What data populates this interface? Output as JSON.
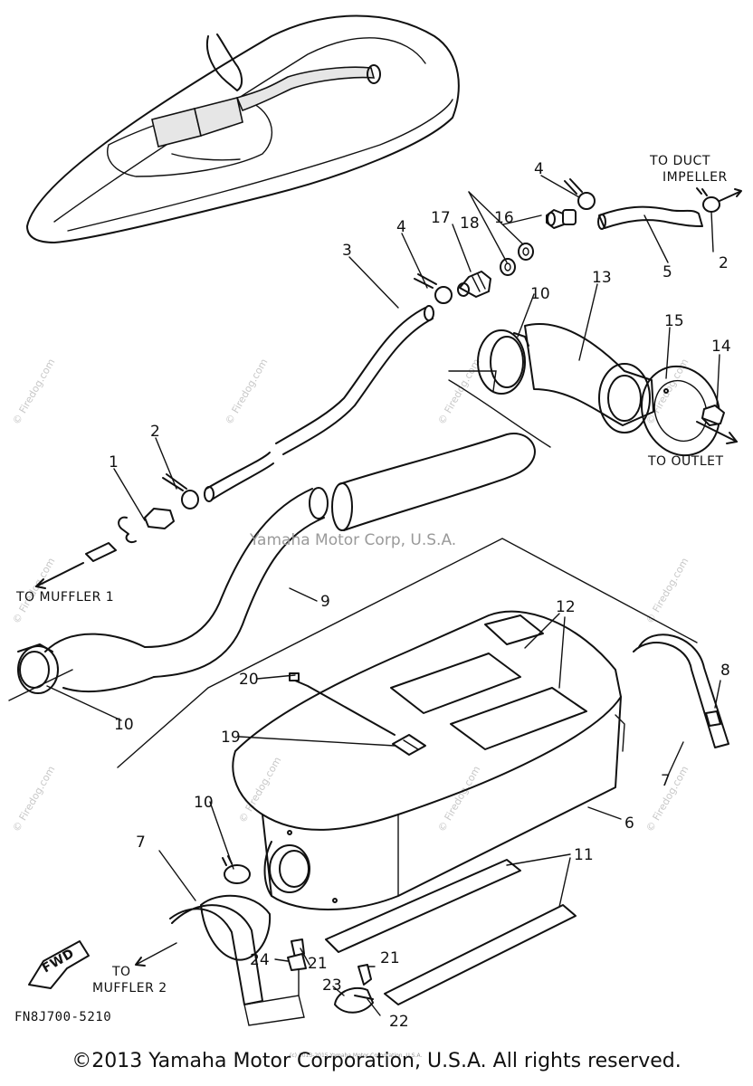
{
  "diagram": {
    "callouts": [
      {
        "id": "c1",
        "label": "1"
      },
      {
        "id": "c2a",
        "label": "2"
      },
      {
        "id": "c2b",
        "label": "2"
      },
      {
        "id": "c3",
        "label": "3"
      },
      {
        "id": "c4a",
        "label": "4"
      },
      {
        "id": "c4b",
        "label": "4"
      },
      {
        "id": "c5",
        "label": "5"
      },
      {
        "id": "c6",
        "label": "6"
      },
      {
        "id": "c7a",
        "label": "7"
      },
      {
        "id": "c7b",
        "label": "7"
      },
      {
        "id": "c8",
        "label": "8"
      },
      {
        "id": "c9",
        "label": "9"
      },
      {
        "id": "c10a",
        "label": "10"
      },
      {
        "id": "c10b",
        "label": "10"
      },
      {
        "id": "c10c",
        "label": "10"
      },
      {
        "id": "c11",
        "label": "11"
      },
      {
        "id": "c12",
        "label": "12"
      },
      {
        "id": "c13",
        "label": "13"
      },
      {
        "id": "c14",
        "label": "14"
      },
      {
        "id": "c15",
        "label": "15"
      },
      {
        "id": "c16",
        "label": "16"
      },
      {
        "id": "c17",
        "label": "17"
      },
      {
        "id": "c18",
        "label": "18"
      },
      {
        "id": "c19",
        "label": "19"
      },
      {
        "id": "c20",
        "label": "20"
      },
      {
        "id": "c21a",
        "label": "21"
      },
      {
        "id": "c21b",
        "label": "21"
      },
      {
        "id": "c22",
        "label": "22"
      },
      {
        "id": "c23",
        "label": "23"
      },
      {
        "id": "c24",
        "label": "24"
      }
    ],
    "notes": {
      "to_duct_1": "TO DUCT",
      "to_duct_2": "IMPELLER",
      "to_outlet": "TO OUTLET",
      "to_muffler1": "TO MUFFLER 1",
      "to_muffler2_1": "TO",
      "to_muffler2_2": "MUFFLER 2",
      "fwd": "FWD"
    },
    "part_code": "FN8J700-5210",
    "watermark_center": "Yamaha Motor Corp, U.S.A.",
    "watermark_site": "© Firedog.com",
    "watermark_tiny": "(c) 2013-2015 Yamaha Motor Corporation, U.S.A."
  },
  "footer": {
    "copyright": "©2013 Yamaha Motor Corporation, U.S.A. All rights reserved."
  }
}
